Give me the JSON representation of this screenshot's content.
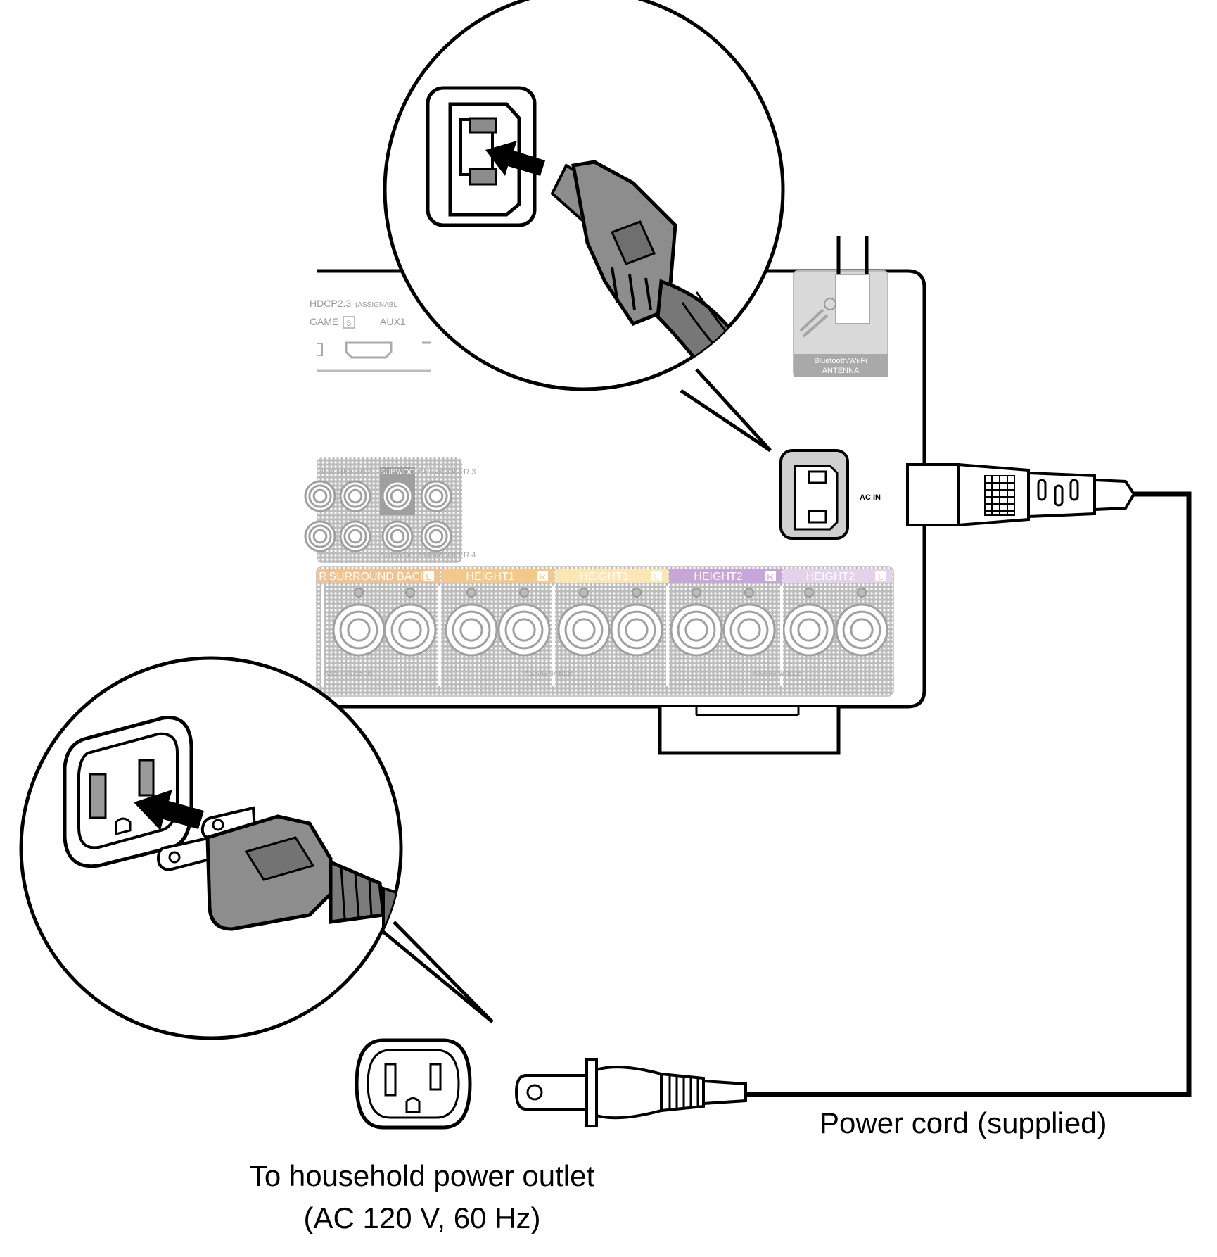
{
  "labels": {
    "ac_in": "AC IN",
    "antenna_line1": "Bluetooth/Wi-Fi",
    "antenna_line2": "ANTENNA",
    "hdcp": "HDCP2.3",
    "assignable_paren": "(ASSIGNABL",
    "game": "GAME",
    "game_num": "5",
    "aux1": "AUX1",
    "height1_small": "HEIGHT1",
    "height2_small": "HEIGHT2",
    "subwoofer1": "SUBWOOFER 1",
    "subwoofer3": "SUBWOOFER 3",
    "subwoofer2": "SUBWOOFER 2",
    "subwoofer4": "SUBWOOFER 4",
    "surround_back": "SURROUND BACK",
    "height1": "HEIGHT1",
    "height2": "HEIGHT2",
    "r": "R",
    "l": "L",
    "assignable": "ASSIGNABLE",
    "power_cord": "Power cord (supplied)",
    "outlet_line1": "To household power outlet",
    "outlet_line2": "(AC 120 V, 60 Hz)"
  },
  "colors": {
    "surround_back": "#f1c38f",
    "height1_r": "#f3c98a",
    "height1_l": "#fbe6b4",
    "height2_r": "#c9a6d8",
    "height2_l": "#e4d2ec",
    "panel_grey": "#d6d6d6"
  }
}
